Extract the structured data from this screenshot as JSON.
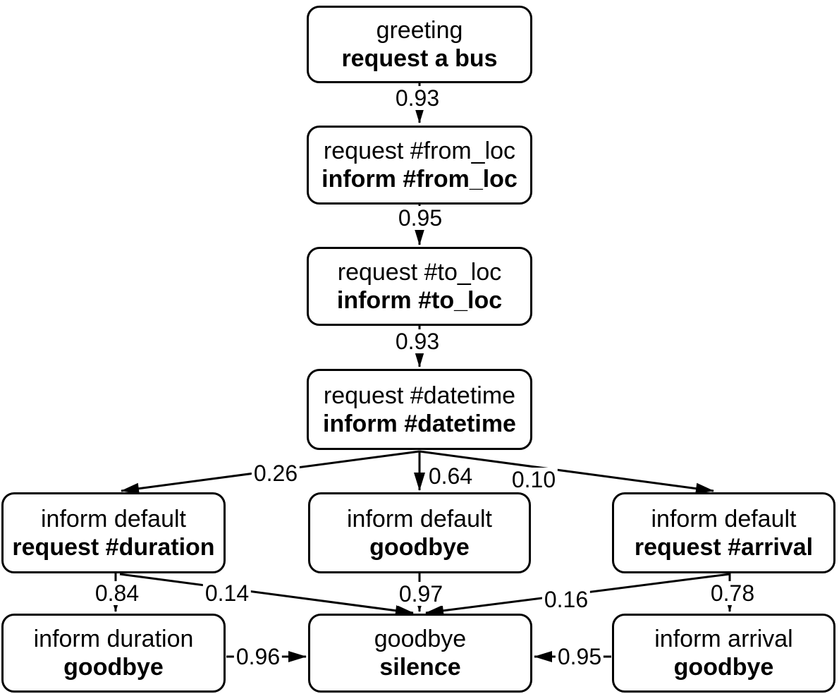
{
  "diagram": {
    "type": "state-transition-graph",
    "colors": {
      "background": "#ffffff",
      "node_fill": "#ffffff",
      "stroke": "#000000",
      "text": "#000000"
    },
    "nodes": [
      {
        "id": "greeting",
        "line1": "greeting",
        "line2": "request a bus"
      },
      {
        "id": "request_from_loc",
        "line1": "request #from_loc",
        "line2": "inform #from_loc"
      },
      {
        "id": "request_to_loc",
        "line1": "request #to_loc",
        "line2": "inform #to_loc"
      },
      {
        "id": "request_datetime",
        "line1": "request #datetime",
        "line2": "inform #datetime"
      },
      {
        "id": "default_duration",
        "line1": "inform default",
        "line2": "request #duration"
      },
      {
        "id": "default_goodbye",
        "line1": "inform default",
        "line2": "goodbye"
      },
      {
        "id": "default_arrival",
        "line1": "inform default",
        "line2": "request #arrival"
      },
      {
        "id": "inform_duration",
        "line1": "inform duration",
        "line2": "goodbye"
      },
      {
        "id": "goodbye_silence",
        "line1": "goodbye",
        "line2": "silence"
      },
      {
        "id": "inform_arrival",
        "line1": "inform arrival",
        "line2": "goodbye"
      }
    ],
    "edges": [
      {
        "from": "greeting",
        "to": "request_from_loc",
        "label": "0.93"
      },
      {
        "from": "request_from_loc",
        "to": "request_to_loc",
        "label": "0.95"
      },
      {
        "from": "request_to_loc",
        "to": "request_datetime",
        "label": "0.93"
      },
      {
        "from": "request_datetime",
        "to": "default_duration",
        "label": "0.26"
      },
      {
        "from": "request_datetime",
        "to": "default_goodbye",
        "label": "0.64"
      },
      {
        "from": "request_datetime",
        "to": "default_arrival",
        "label": "0.10"
      },
      {
        "from": "default_duration",
        "to": "inform_duration",
        "label": "0.84"
      },
      {
        "from": "default_duration",
        "to": "goodbye_silence",
        "label": "0.14"
      },
      {
        "from": "default_goodbye",
        "to": "goodbye_silence",
        "label": "0.97"
      },
      {
        "from": "default_arrival",
        "to": "inform_arrival",
        "label": "0.78"
      },
      {
        "from": "default_arrival",
        "to": "goodbye_silence",
        "label": "0.16"
      },
      {
        "from": "inform_duration",
        "to": "goodbye_silence",
        "label": "0.96"
      },
      {
        "from": "inform_arrival",
        "to": "goodbye_silence",
        "label": "0.95"
      }
    ]
  }
}
